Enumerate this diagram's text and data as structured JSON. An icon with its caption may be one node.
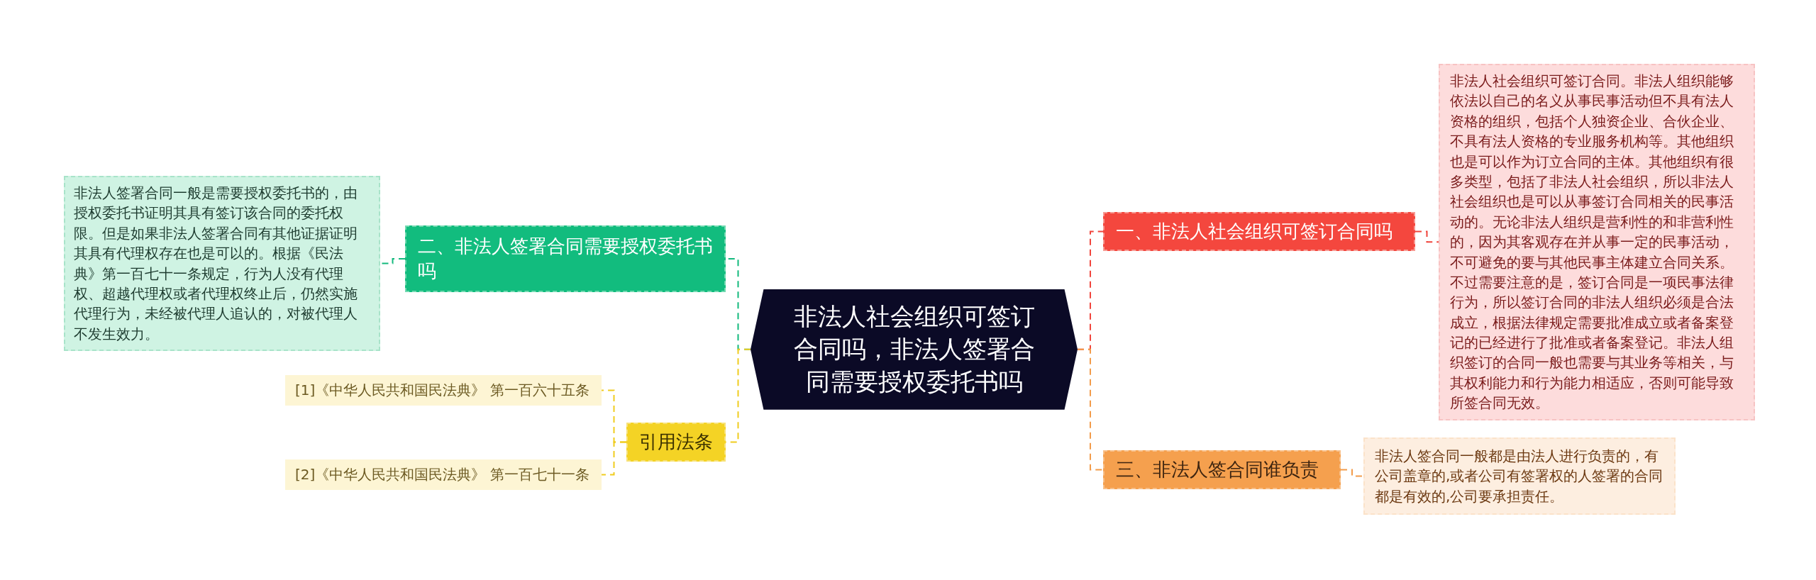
{
  "diagram": {
    "nodes": [
      {
        "text": [
          "非法人社会组织可签订合同吗，非法人签署合同需要授权委托书吗"
        ]
      },
      {
        "text": [
          "一、非法人社会组织可签订合同吗"
        ]
      },
      {
        "text": [
          "非法人社会组织可签订合同。非法人组织能够依法以自己的名义从事民事活动但不具有法人资格的组织，包括个人独资企业、合伙企业、不具有法人资格的专业服务机构等。其他组织也是可以作为订立合同的主体。其他组织有很多类型，包括了非法人社会组织，所以非法人社会组织也是可以从事签订合同相关的民事活动的。无论非法人组织是营利性的和非营利性的，因为其客观存在并从事一定的民事活动，不可避免的要与其他民事主体建立合同关系。不过需要注意的是，签订合同是一项民事法律行为，所以签订合同的非法人组织必须是合法成立，根据法律规定需要批准成立或者备案登记的已经进行了批准或者备案登记。非法人组织签订的合同一般也需要与其业务等相关，与其权利能力和行为能力相适应，否则可能导致所签合同无效。"
        ]
      },
      {
        "text": [
          "三、非法人签合同谁负责"
        ]
      },
      {
        "text": [
          "非法人签合同一般都是由法人进行负责的，有公司盖章的,或者公司有签署权的人签署的合同都是有效的,公司要承担责任。"
        ]
      },
      {
        "text": [
          "二、非法人签署合同需要授权委托书吗"
        ]
      },
      {
        "text": [
          "非法人签署合同一般是需要授权委托书的，由授权委托书证明其具有签订该合同的委托权限。但是如果非法人签署合同有其他证据证明其具有代理权存在也是可以的。根据《民法典》第一百七十一条规定，行为人没有代理权、超越代理权或者代理权终止后，仍然实施代理行为，未经被代理人追认的，对被代理人不发生效力。"
        ]
      },
      {
        "text": [
          "引用法条"
        ]
      },
      {
        "text": [
          "[1]《中华人民共和国民法典》 第一百六十五条"
        ]
      },
      {
        "text": [
          "[2]《中华人民共和国民法典》 第一百七十一条"
        ]
      }
    ],
    "edges": [
      {
        "from": 0,
        "to": 1,
        "arrow": "none",
        "style": "dashed",
        "color": "#f0453c"
      },
      {
        "from": 1,
        "to": 2,
        "arrow": "none",
        "style": "dashed",
        "color": "#f0453c"
      },
      {
        "from": 0,
        "to": 3,
        "arrow": "none",
        "style": "dashed",
        "color": "#f29b4a"
      },
      {
        "from": 3,
        "to": 4,
        "arrow": "none",
        "style": "dashed",
        "color": "#f29b4a"
      },
      {
        "from": 0,
        "to": 5,
        "arrow": "none",
        "style": "dashed",
        "color": "#13b97d"
      },
      {
        "from": 5,
        "to": 6,
        "arrow": "none",
        "style": "dashed",
        "color": "#13b97d"
      },
      {
        "from": 0,
        "to": 7,
        "arrow": "none",
        "style": "dashed",
        "color": "#f0cc1e"
      },
      {
        "from": 7,
        "to": 8,
        "arrow": "none",
        "style": "dashed",
        "color": "#f0cc1e"
      },
      {
        "from": 7,
        "to": 9,
        "arrow": "none",
        "style": "dashed",
        "color": "#f0cc1e"
      }
    ]
  }
}
